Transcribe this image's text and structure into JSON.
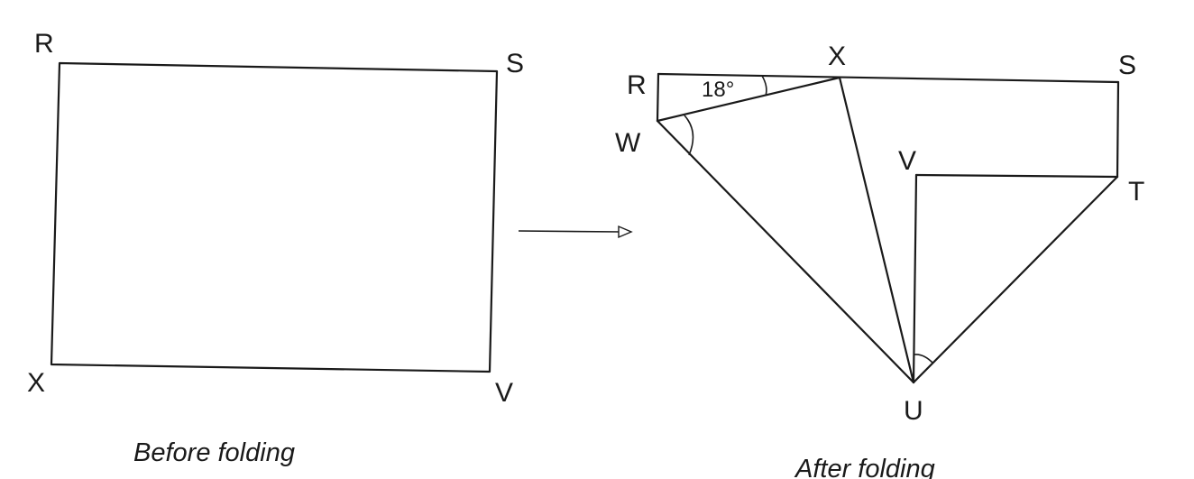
{
  "before": {
    "caption": "Before folding",
    "labels": {
      "R": "R",
      "S": "S",
      "X": "X",
      "V": "V"
    }
  },
  "after": {
    "caption": "After folding",
    "labels": {
      "R": "R",
      "X": "X",
      "S": "S",
      "W": "W",
      "V": "V",
      "T": "T",
      "U": "U"
    },
    "angle_RXW": "18°"
  },
  "colors": {
    "ink": "#1a1a1a",
    "paper": "#ffffff"
  }
}
